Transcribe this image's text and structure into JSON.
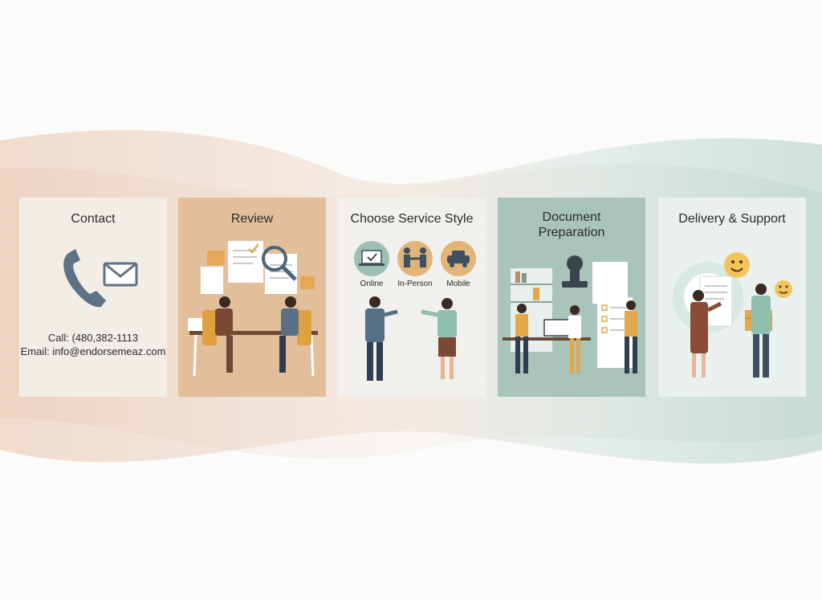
{
  "colors": {
    "card_contact": "#f3ede8",
    "card_review": "#e2be9b",
    "card_style": "#f2f0ed",
    "card_docprep": "#a9c4ba",
    "card_delivery": "#e9f0ee",
    "wave_warm": "#efd7c6",
    "wave_cool": "#c8ddd6",
    "accent_gold": "#e2a84b",
    "accent_blue": "#566f86"
  },
  "steps": [
    {
      "title": "Contact",
      "phone_line": "Call: (480,382-1113",
      "email_line": "Email: info@endorsemeaz.com",
      "icons": [
        "phone-icon",
        "envelope-icon"
      ]
    },
    {
      "title": "Review",
      "icons": [
        "documents-icon",
        "magnifier-icon"
      ]
    },
    {
      "title": "Choose Service Style",
      "options": [
        {
          "label": "Online",
          "icon": "laptop-check-icon"
        },
        {
          "label": "In-Person",
          "icon": "handshake-icon"
        },
        {
          "label": "Mobile",
          "icon": "car-icon"
        }
      ]
    },
    {
      "title_line1": "Document",
      "title_line2": "Preparation",
      "icons": [
        "stamp-icon",
        "checklist-icon",
        "computer-icon"
      ]
    },
    {
      "title": "Delivery & Support",
      "icons": [
        "smiley-icon",
        "package-icon"
      ]
    }
  ]
}
